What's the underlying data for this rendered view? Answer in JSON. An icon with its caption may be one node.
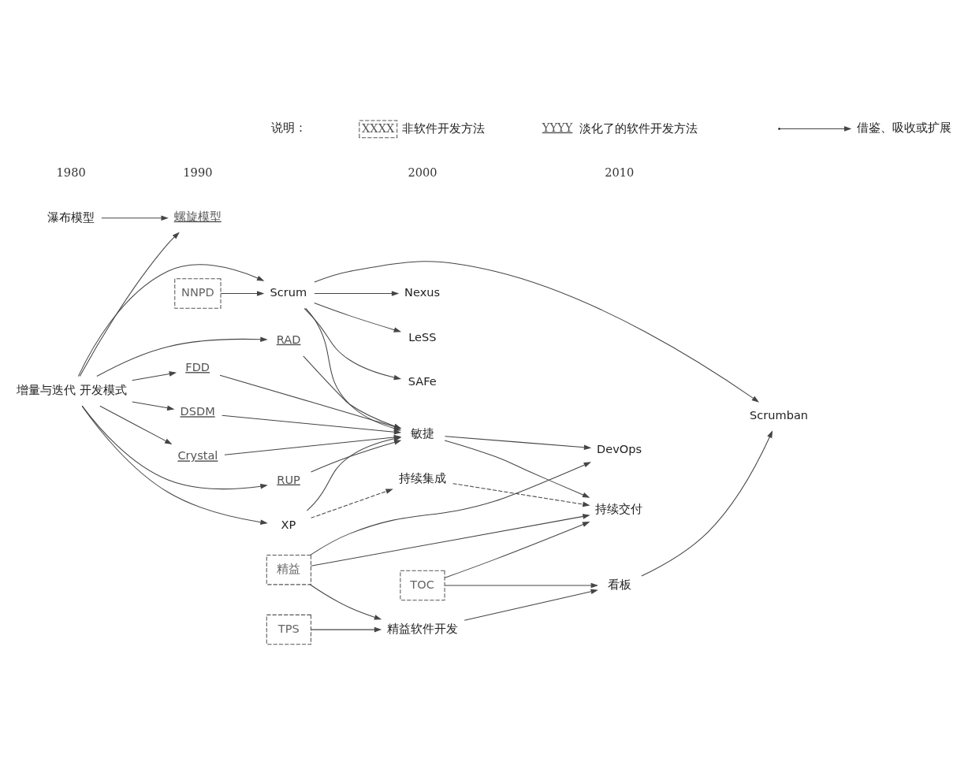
{
  "diagram": {
    "nodes": [
      {
        "text": [
          "瀑布模型"
        ]
      },
      {
        "text": [
          "螺旋模型"
        ]
      },
      {
        "text": [
          "增量与迭代 开发模式"
        ]
      },
      {
        "text": [
          "RUP"
        ]
      },
      {
        "text": [
          "RAD"
        ]
      },
      {
        "text": [
          "FDD"
        ]
      },
      {
        "text": [
          "XP"
        ]
      },
      {
        "text": [
          "DSDM"
        ]
      },
      {
        "text": [
          "Crystal"
        ]
      },
      {
        "text": [
          "NNPD"
        ]
      },
      {
        "text": [
          "Scrum"
        ]
      },
      {
        "text": [
          "TOC"
        ]
      },
      {
        "text": [
          "精益"
        ]
      },
      {
        "text": [
          "TPS"
        ]
      },
      {
        "text": [
          "持续集成"
        ]
      },
      {
        "text": [
          "敏捷"
        ]
      },
      {
        "text": [
          "持续交付"
        ]
      },
      {
        "text": [
          "DevOps"
        ]
      },
      {
        "text": [
          "LeSS"
        ]
      },
      {
        "text": [
          "SAFe"
        ]
      },
      {
        "text": [
          "Nexus"
        ]
      },
      {
        "text": [
          "Scrumban"
        ]
      },
      {
        "text": [
          "精益软件开发"
        ]
      },
      {
        "text": [
          "看板"
        ]
      }
    ],
    "edges": [
      {
        "from": 0,
        "to": 1,
        "arrow": "to"
      },
      {
        "from": 2,
        "to": 1,
        "arrow": "to"
      },
      {
        "from": 2,
        "to": 3,
        "arrow": "to"
      },
      {
        "from": 2,
        "to": 4,
        "arrow": "to"
      },
      {
        "from": 2,
        "to": 5,
        "arrow": "to"
      },
      {
        "from": 2,
        "to": 6,
        "arrow": "to"
      },
      {
        "from": 2,
        "to": 7,
        "arrow": "to"
      },
      {
        "from": 2,
        "to": 8,
        "arrow": "to"
      },
      {
        "from": 2,
        "to": 10,
        "arrow": "to"
      },
      {
        "from": 9,
        "to": 10,
        "arrow": "to"
      },
      {
        "from": 3,
        "to": 15,
        "arrow": "to"
      },
      {
        "from": 4,
        "to": 15,
        "arrow": "to"
      },
      {
        "from": 5,
        "to": 15,
        "arrow": "to"
      },
      {
        "from": 6,
        "to": 15,
        "arrow": "to"
      },
      {
        "from": 7,
        "to": 15,
        "arrow": "to"
      },
      {
        "from": 8,
        "to": 15,
        "arrow": "to"
      },
      {
        "from": 10,
        "to": 15,
        "arrow": "to"
      },
      {
        "from": 6,
        "to": 14,
        "arrow": "to",
        "style": "dashed"
      },
      {
        "from": 14,
        "to": 16,
        "arrow": "to",
        "style": "dashed"
      },
      {
        "from": 15,
        "to": 16,
        "arrow": "to"
      },
      {
        "from": 15,
        "to": 17,
        "arrow": "to"
      },
      {
        "from": 11,
        "to": 16,
        "arrow": "to"
      },
      {
        "from": 12,
        "to": 16,
        "arrow": "to"
      },
      {
        "from": 12,
        "to": 17,
        "arrow": "to"
      },
      {
        "from": 10,
        "to": 18,
        "arrow": "to"
      },
      {
        "from": 10,
        "to": 19,
        "arrow": "to"
      },
      {
        "from": 10,
        "to": 20,
        "arrow": "to"
      },
      {
        "from": 10,
        "to": 21,
        "arrow": "to"
      },
      {
        "from": 11,
        "to": 23,
        "arrow": "to"
      },
      {
        "from": 12,
        "to": 22,
        "arrow": "to"
      },
      {
        "from": 13,
        "to": 22,
        "arrow": "to"
      },
      {
        "from": 22,
        "to": 23,
        "arrow": "to"
      },
      {
        "from": 23,
        "to": 21,
        "arrow": "to"
      }
    ],
    "labels": [
      "1980",
      "1990",
      "2000",
      "2010",
      "说明：",
      "XXXX",
      "YYYY"
    ],
    "legend": [
      {
        "text": "非软件开发方法"
      },
      {
        "text": "淡化了的软件开发方法"
      },
      {
        "text": "借鉴、吸收或扩展"
      }
    ]
  }
}
